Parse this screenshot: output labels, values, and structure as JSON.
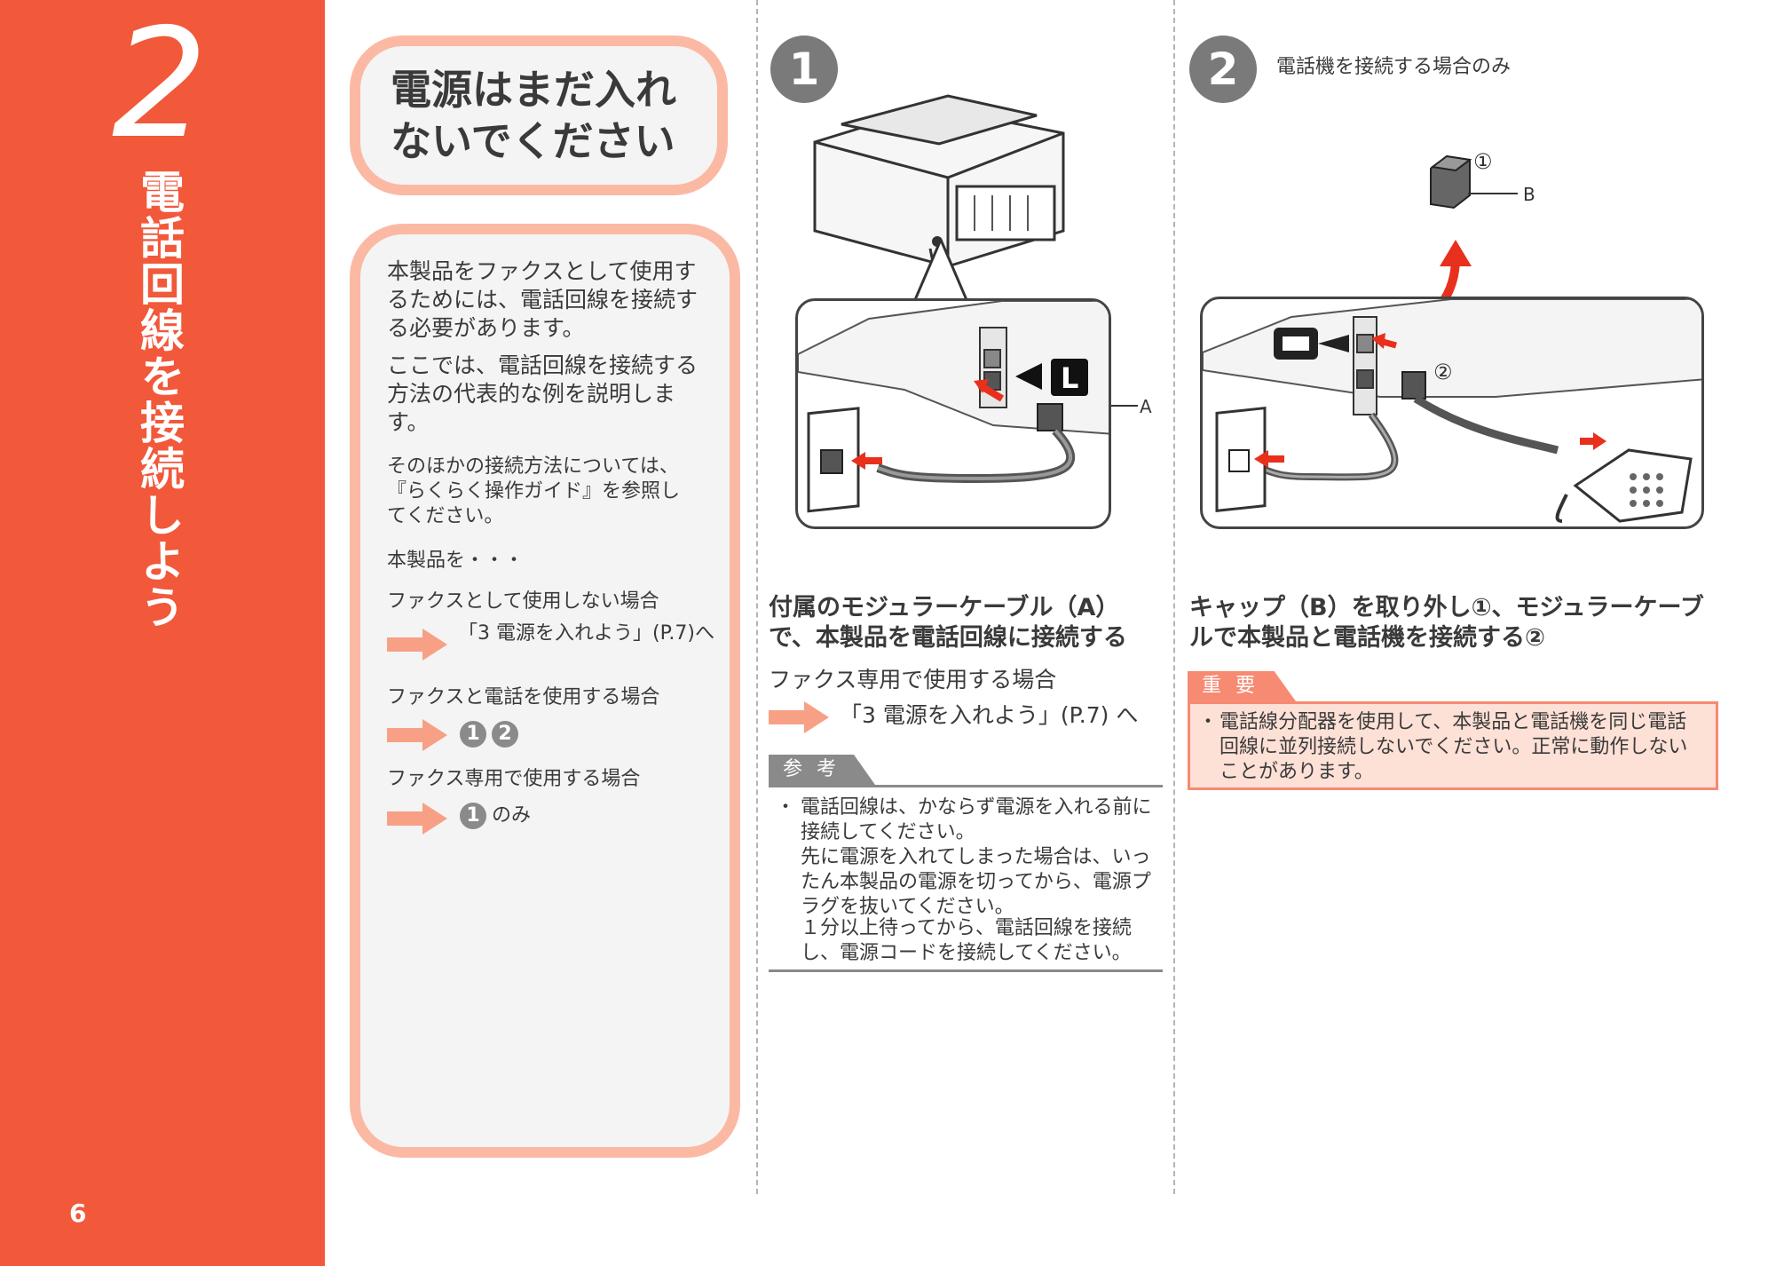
{
  "sidebar": {
    "step_number": "2",
    "title": "電話回線を接続しよう",
    "page_number": "6"
  },
  "notice": {
    "text": "電源はまだ入れないでください"
  },
  "intro": {
    "paragraph1": "本製品をファクスとして使用するためには、電話回線を接続する必要があります。",
    "paragraph2": "ここでは、電話回線を接続する方法の代表的な例を説明します。",
    "paragraph3": "そのほかの接続方法については、『らくらく操作ガイド』を参照してください。",
    "lead": "本製品を・・・",
    "case1_label": "ファクスとして使用しない場合",
    "case1_target": "「3 電源を入れよう」(P.7)へ",
    "case2_label": "ファクスと電話を使用する場合",
    "case2_step_a": "1",
    "case2_step_b": "2",
    "case3_label": "ファクス専用で使用する場合",
    "case3_step": "1",
    "case3_suffix": "のみ"
  },
  "step1": {
    "number": "1",
    "label_L": "L",
    "label_A": "A",
    "heading": "付属のモジュラーケーブル（A）で、本製品を電話回線に接続する",
    "sub": "ファクス専用で使用する場合",
    "goto": "「3 電源を入れよう」(P.7) へ",
    "ref_tag": "参考",
    "ref_bullet": "・",
    "ref_line1": "電話回線は、かならず電源を入れる前に接続してください。",
    "ref_line2": "先に電源を入れてしまった場合は、いったん本製品の電源を切ってから、電源プラグを抜いてください。",
    "ref_line3": "１分以上待ってから、電話回線を接続し、電源コードを接続してください。"
  },
  "step2": {
    "number": "2",
    "caption": "電話機を接続する場合のみ",
    "label_B": "B",
    "mark1": "①",
    "mark2": "②",
    "heading": "キャップ（B）を取り外し①、モジュラーケーブルで本製品と電話機を接続する②",
    "imp_tag": "重要",
    "imp_bullet": "・",
    "imp_text": "電話線分配器を使用して、本製品と電話機を同じ電話回線に並列接続しないでください。正常に動作しないことがあります。"
  },
  "colors": {
    "sidebar_orange": "#f2583a",
    "box_border_salmon": "#fbb9a4",
    "arrow_salmon": "#f7a086",
    "red_arrow": "#e8301c",
    "gray_step": "#7a7a7a"
  }
}
